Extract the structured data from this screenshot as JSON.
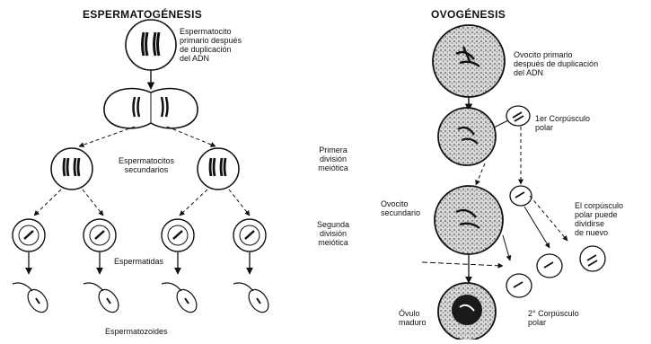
{
  "spermatogenesis": {
    "title": "ESPERMATOGÉNESIS",
    "primary_label": "Espermatocito\nprimario después\nde duplicación\ndel ADN",
    "secondary_label": "Espermatocitos\nsecundarios",
    "spermatids_label": "Espermatidas",
    "spermatozoa_label": "Espermatozoides"
  },
  "phases": {
    "first_division": "Primera\ndivisión\nmeiótica",
    "second_division": "Segunda\ndivisión\nmeiótica"
  },
  "oogenesis": {
    "title": "OVOGÉNESIS",
    "primary_oocyte_label": "Ovocito primario\ndespués de duplicación\ndel ADN",
    "first_polar_body_label": "1er Corpúsculo\npolar",
    "secondary_oocyte_label": "Ovocito\nsecundario",
    "polar_body_divide_label": "El corpúsculo\npolar puede\ndividirse\nde nuevo",
    "mature_ovum_label": "Óvulo\nmaduro",
    "second_polar_body_label": "2° Corpúsculo\npolar"
  },
  "colors": {
    "ink": "#111111",
    "cell_stipple": "#8a8a8a",
    "nucleus_dark": "#1a1a1a"
  }
}
